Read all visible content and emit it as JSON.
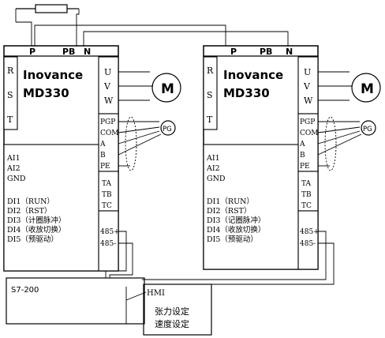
{
  "brand": "Inovance",
  "model": "MD330",
  "power_terminals": [
    "P",
    "PB",
    "N"
  ],
  "input_terminals": [
    "R",
    "S",
    "T"
  ],
  "output_terminals": [
    "U",
    "V",
    "W"
  ],
  "motor_label": "M",
  "encoder_label": "PG",
  "encoder_terminals": [
    "PGP",
    "COM",
    "A",
    "B",
    "PE"
  ],
  "relay_terminals": [
    "TA",
    "TB",
    "TC"
  ],
  "comm_terminals": [
    "485+",
    "485-"
  ],
  "analog_terminals": [
    "AI1",
    "AI2",
    "GND"
  ],
  "digital_inputs_left": [
    "DI1（RUN）",
    "DI2（RST）",
    "DI3（计圈脉冲）",
    "DI4（收放切换）",
    "DI5（预驱动）"
  ],
  "digital_inputs_right": [
    "DI1（RUN）",
    "DI2（RST）",
    "DI3（记圈脉冲）",
    "DI4（收放切换）",
    "DI5（预驱动）"
  ],
  "plc_label": "S7-200",
  "hmi_label": "HMI",
  "hmi_items": [
    "张力设定",
    "速度设定"
  ]
}
